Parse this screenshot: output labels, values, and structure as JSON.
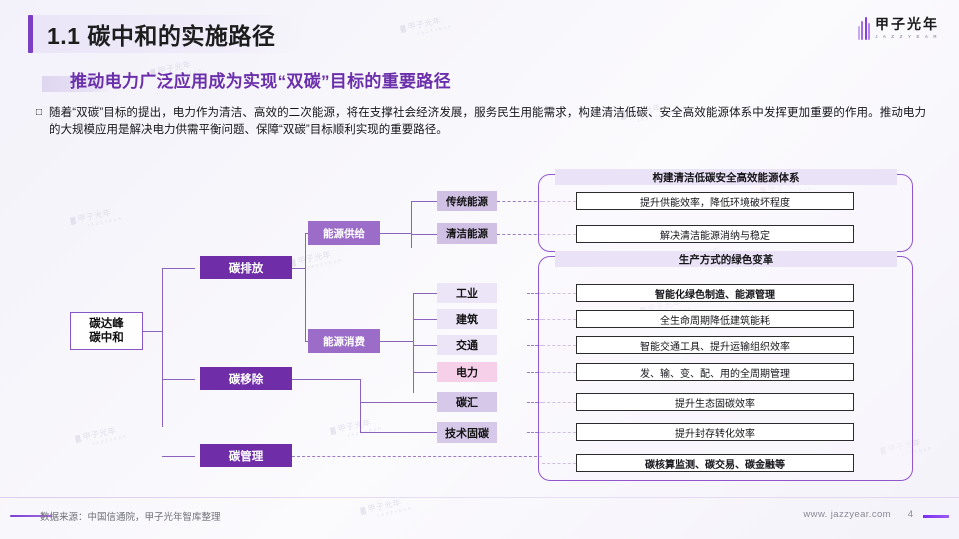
{
  "header": {
    "section_title": "1.1 碳中和的实施路径",
    "subtitle": "推动电力广泛应用成为实现“双碳”目标的重要路径",
    "bullet_marker": "□",
    "body_text": "随着“双碳”目标的提出，电力作为清洁、高效的二次能源，将在支撑社会经济发展，服务民生用能需求，构建清洁低碳、安全高效能源体系中发挥更加重要的作用。推动电力的大规模应用是解决电力供需平衡问题、保障“双碳”目标顺利实现的重要路径。"
  },
  "logo": {
    "name": "甲子光年",
    "romanization": "J A Z Z Y E A R"
  },
  "diagram": {
    "root": "碳达峰\n碳中和",
    "root_line1": "碳达峰",
    "root_line2": "碳中和",
    "level2": [
      {
        "label": "碳排放"
      },
      {
        "label": "碳移除"
      },
      {
        "label": "碳管理"
      }
    ],
    "level3": [
      {
        "label": "能源供给"
      },
      {
        "label": "能源消费"
      }
    ],
    "level4": [
      {
        "label": "传统能源",
        "style": "lavender-dark"
      },
      {
        "label": "清洁能源",
        "style": "lavender-dark"
      },
      {
        "label": "工业",
        "style": "lavender-light"
      },
      {
        "label": "建筑",
        "style": "lavender-light"
      },
      {
        "label": "交通",
        "style": "lavender-light"
      },
      {
        "label": "电力",
        "style": "pink"
      },
      {
        "label": "碳汇",
        "style": "lavender-mid"
      },
      {
        "label": "技术固碳",
        "style": "lavender-mid"
      }
    ]
  },
  "panels": [
    {
      "title": "构建清洁低碳安全高效能源体系",
      "rows": [
        {
          "text": "提升供能效率，降低环境破坏程度",
          "bold": false
        },
        {
          "text": "解决清洁能源消纳与稳定",
          "bold": false
        }
      ]
    },
    {
      "title": "生产方式的绿色变革",
      "rows": [
        {
          "text": "智能化绿色制造、能源管理",
          "bold": true
        },
        {
          "text": "全生命周期降低建筑能耗",
          "bold": false
        },
        {
          "text": "智能交通工具、提升运输组织效率",
          "bold": false
        },
        {
          "text": "发、输、变、配、用的全周期管理",
          "bold": false
        },
        {
          "text": "提升生态固碳效率",
          "bold": false
        },
        {
          "text": "提升封存转化效率",
          "bold": false
        },
        {
          "text": "碳核算监测、碳交易、碳金融等",
          "bold": true
        }
      ]
    }
  ],
  "footer": {
    "source": "数据来源：中国信通院，甲子光年智库整理",
    "url": "www. jazzyear.com",
    "page": "4"
  },
  "colors": {
    "accent_purple": "#6f2da8",
    "brand_violet": "#7b3fc4",
    "pink_highlight": "#f6d0e8",
    "panel_border": "#9256cc"
  }
}
